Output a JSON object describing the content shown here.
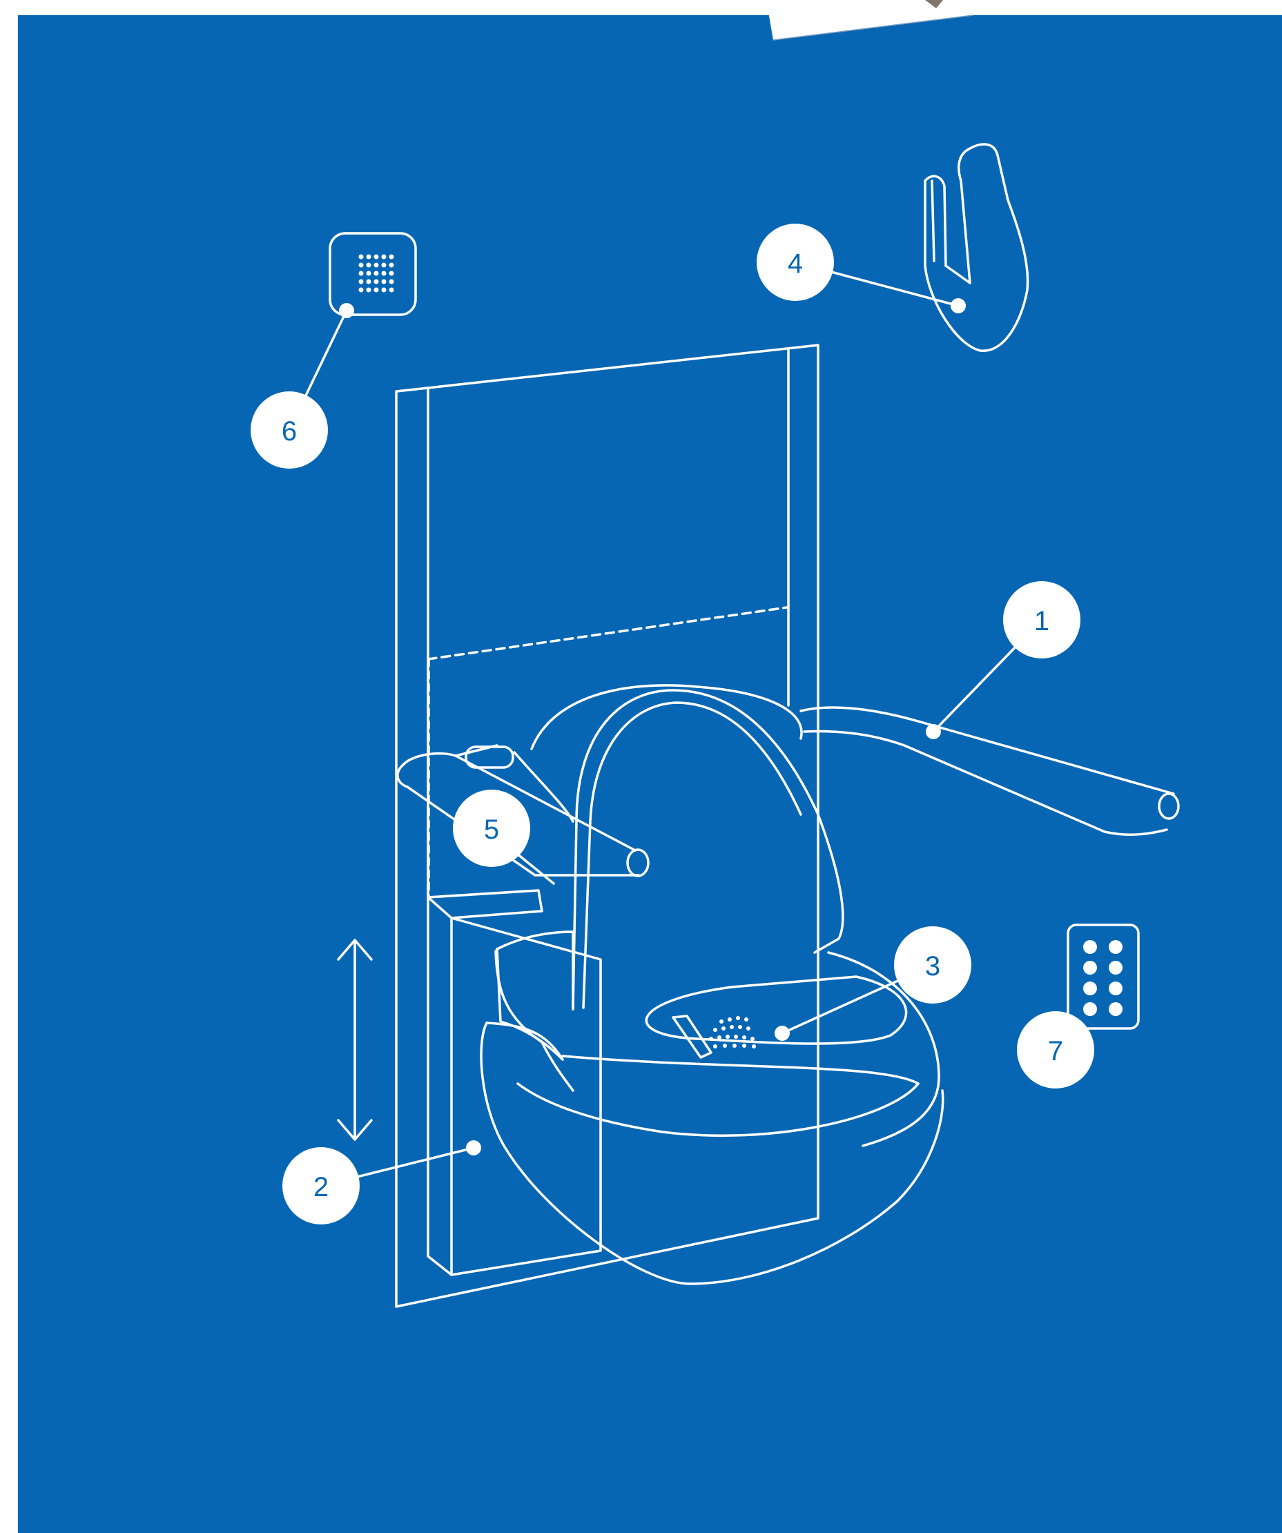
{
  "colors": {
    "background": "#0766b3",
    "line": "#ffffff",
    "badge_text": "#0766b3"
  },
  "callouts": [
    {
      "id": "grab-bar-right",
      "label": "1"
    },
    {
      "id": "height-adjustable-frame",
      "label": "2"
    },
    {
      "id": "bidet-spray-nozzle",
      "label": "3"
    },
    {
      "id": "hand-held-remote",
      "label": "4"
    },
    {
      "id": "grab-bar-left",
      "label": "5"
    },
    {
      "id": "wall-keypad",
      "label": "6"
    },
    {
      "id": "wall-button-panel",
      "label": "7"
    }
  ]
}
